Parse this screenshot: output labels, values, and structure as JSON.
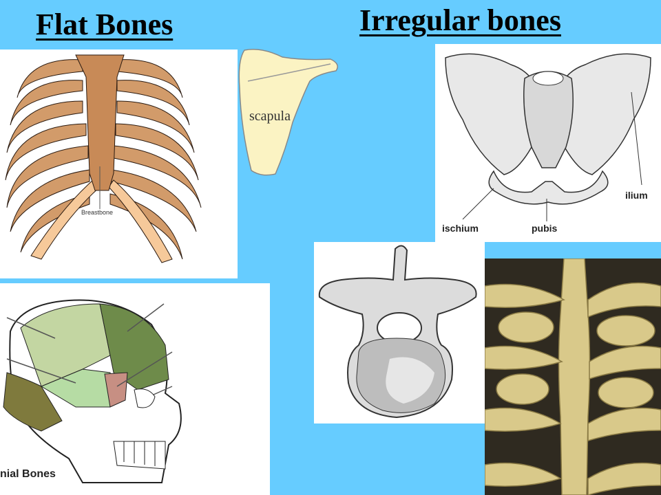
{
  "titles": {
    "flat": "Flat Bones",
    "irregular": "Irregular bones"
  },
  "labels": {
    "scapula": "scapula",
    "breastbone": "Breastbone",
    "ilium": "ilium",
    "ischium": "ischium",
    "pubis": "pubis",
    "cranial": "nial Bones"
  },
  "colors": {
    "background": "#66ccff",
    "rib": "#d29b6a",
    "sternum": "#c88a57",
    "scapula": "#fbf3c3"
  }
}
